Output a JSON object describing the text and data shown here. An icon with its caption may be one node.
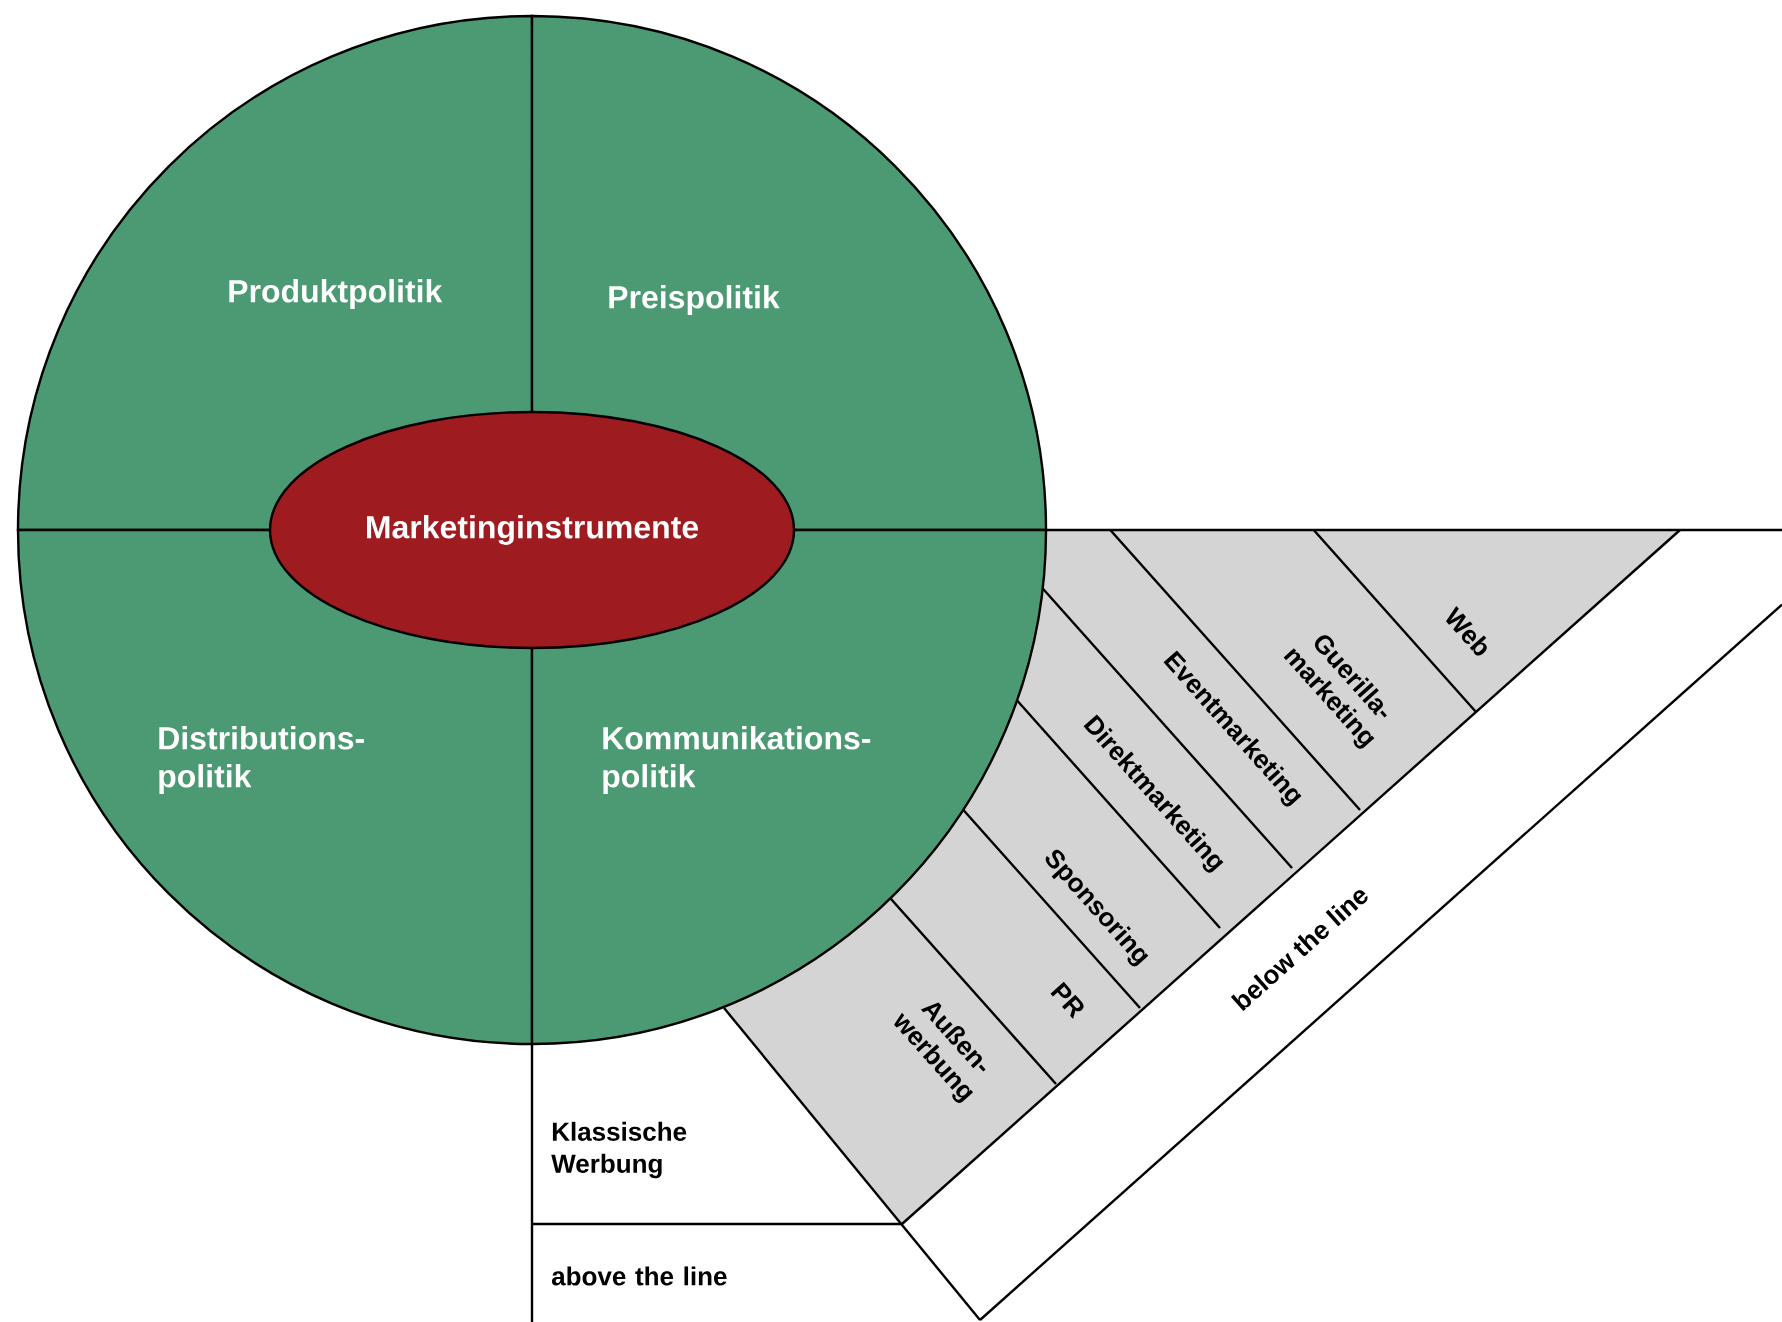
{
  "diagram": {
    "nodes": [
      {
        "text": [
          "Produktpolitik"
        ]
      },
      {
        "text": [
          "Preispolitik"
        ]
      },
      {
        "text": [
          "Marketinginstrumente"
        ]
      },
      {
        "text": [
          "Distributions-politik"
        ]
      },
      {
        "text": [
          "Kommunikations-politik"
        ]
      },
      {
        "text": [
          "Web"
        ]
      },
      {
        "text": [
          "Guerilla-marketing"
        ]
      },
      {
        "text": [
          "Eventmarketing"
        ]
      },
      {
        "text": [
          "Direktmarketing"
        ]
      },
      {
        "text": [
          "Sponsoring"
        ]
      },
      {
        "text": [
          "PR"
        ]
      },
      {
        "text": [
          "Außen-werbung"
        ]
      },
      {
        "text": [
          "below the line"
        ]
      },
      {
        "text": [
          "Klassische Werbung"
        ]
      },
      {
        "text": [
          "above the line"
        ]
      }
    ],
    "edges": []
  }
}
